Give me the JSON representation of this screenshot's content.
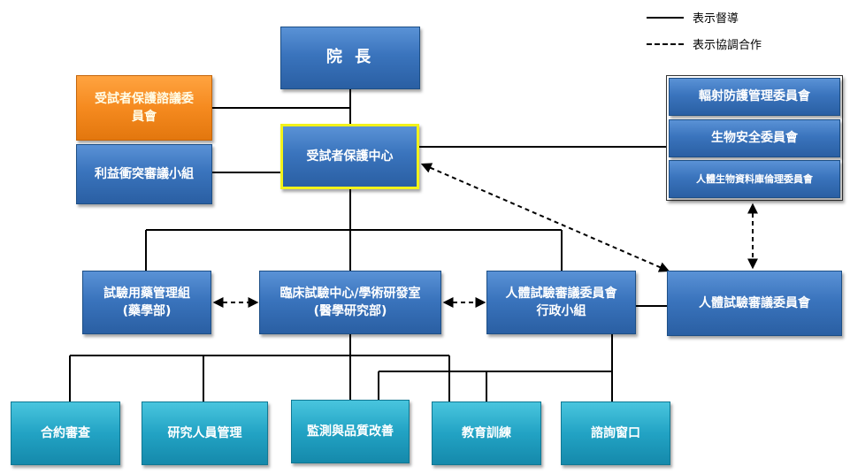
{
  "legend": {
    "solid_label": "表示督導",
    "dashed_label": "表示協調合作"
  },
  "nodes": {
    "president": "院 長",
    "ethics_committee_line1": "受試者保護諮議委",
    "ethics_committee_line2": "員會",
    "conflict_group": "利益衝突審議小組",
    "protection_center": "受試者保護中心",
    "radiation_committee": "輻射防護管理委員會",
    "biosafety_committee": "生物安全委員會",
    "biobank_committee": "人體生物資料庫倫理委員會",
    "drug_group_line1": "試驗用藥管理組",
    "drug_group_line2": "(藥學部)",
    "clinical_center_line1": "臨床試驗中心/學術研發室",
    "clinical_center_line2": "(醫學研究部)",
    "irb_admin_line1": "人體試驗審議委員會",
    "irb_admin_line2": "行政小組",
    "irb": "人體試驗審議委員會",
    "contract_review": "合約審查",
    "researcher_mgmt": "研究人員管理",
    "monitoring": "監測與品質改善",
    "education": "教育訓練",
    "consultation": "諮詢窗口"
  },
  "colors": {
    "blue": "#3a74bd",
    "cyan": "#22a3c4",
    "orange": "#f58a1f",
    "highlight": "#f2f21a"
  }
}
